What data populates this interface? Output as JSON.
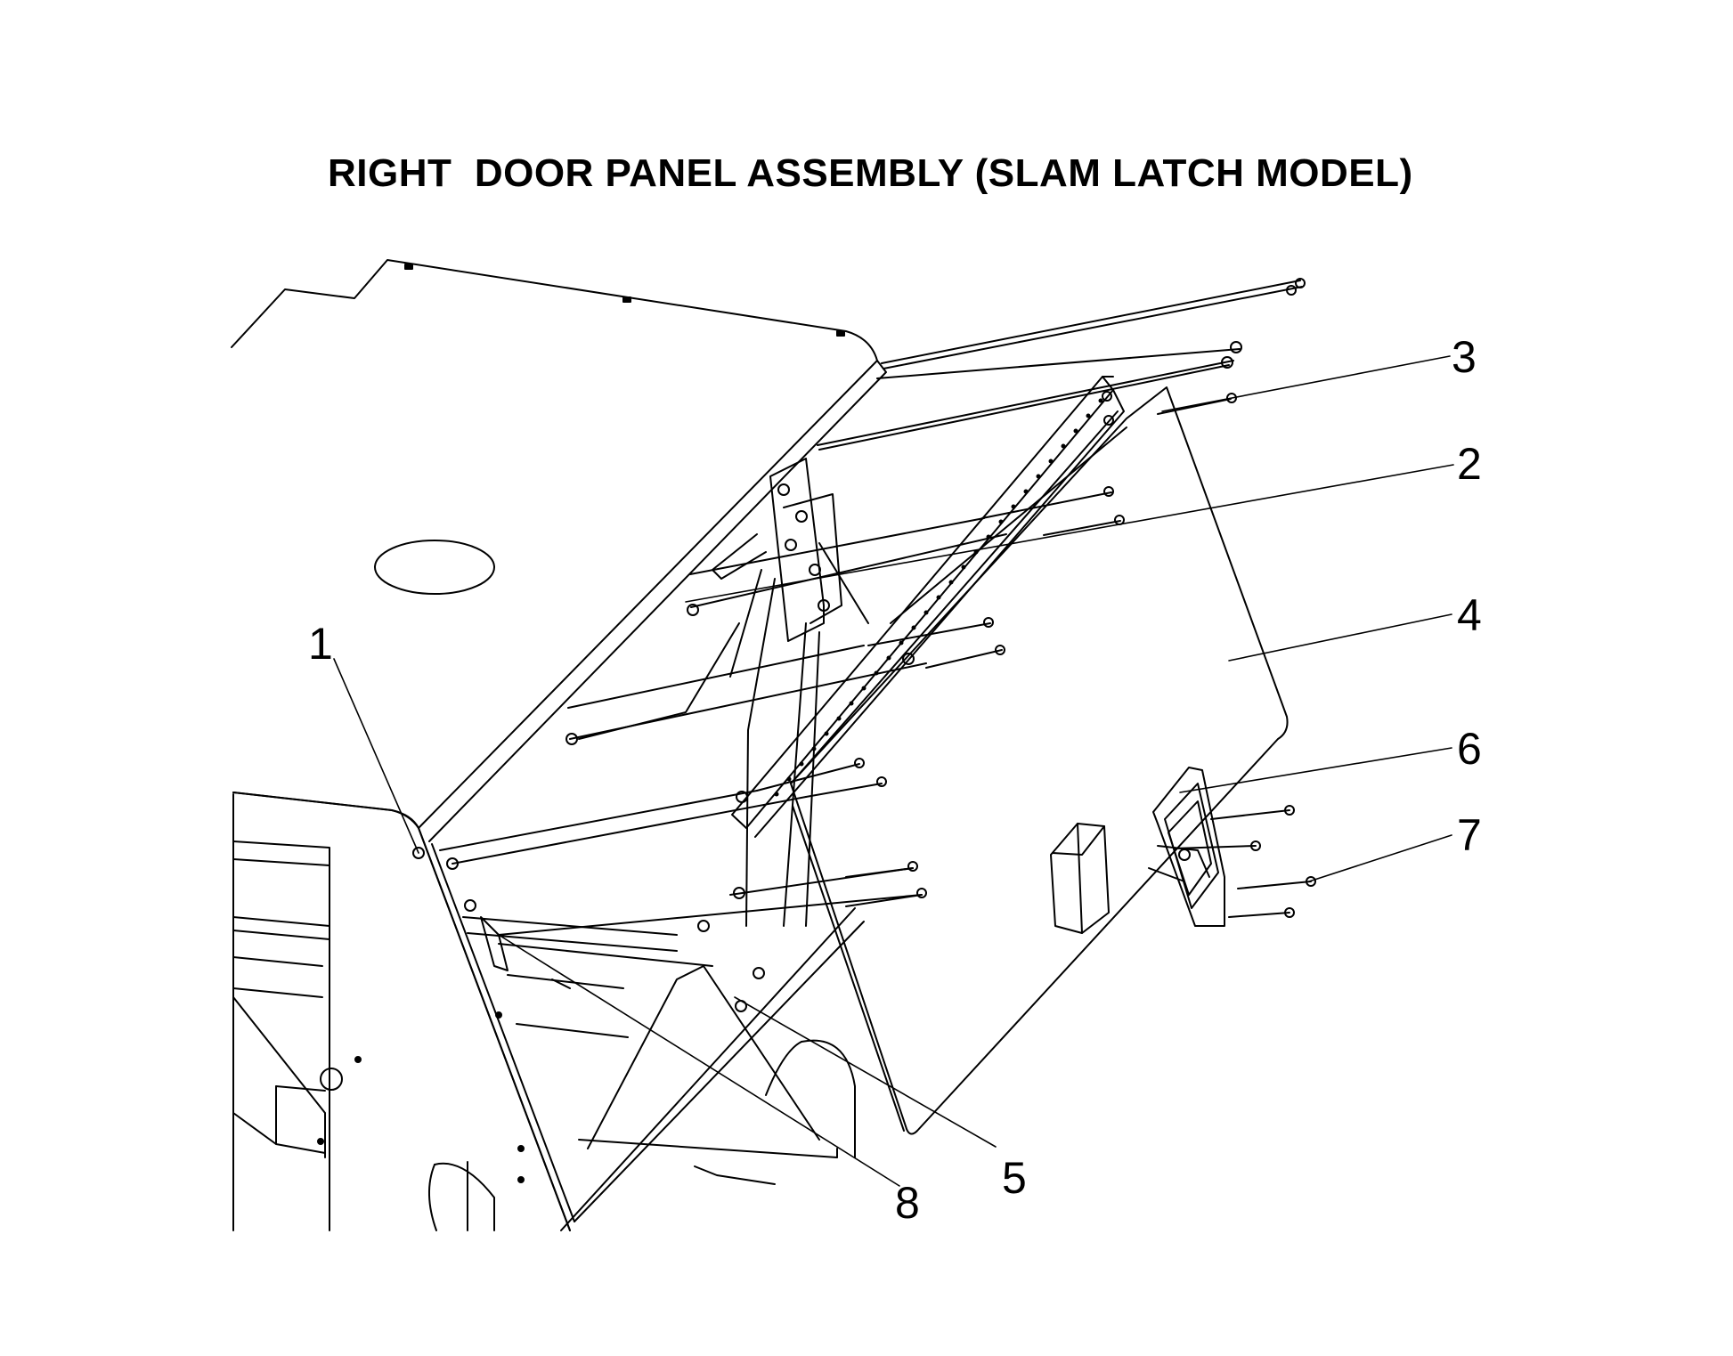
{
  "title": "RIGHT  DOOR PANEL ASSEMBLY (SLAM LATCH MODEL)",
  "callouts": [
    {
      "id": "1",
      "label": "1"
    },
    {
      "id": "2",
      "label": "2"
    },
    {
      "id": "3",
      "label": "3"
    },
    {
      "id": "4",
      "label": "4"
    },
    {
      "id": "5",
      "label": "5"
    },
    {
      "id": "6",
      "label": "6"
    },
    {
      "id": "7",
      "label": "7"
    },
    {
      "id": "8",
      "label": "8"
    }
  ],
  "colors": {
    "line": "#000000",
    "background": "#ffffff"
  }
}
